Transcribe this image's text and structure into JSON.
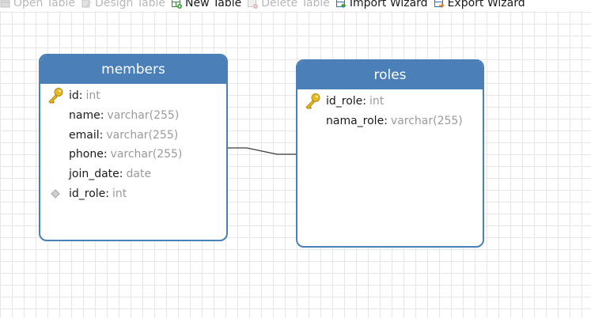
{
  "toolbar": {
    "items": [
      {
        "label": "Open Table",
        "enabled": false,
        "icon": "open-table-icon"
      },
      {
        "label": "Design Table",
        "enabled": false,
        "icon": "design-table-icon"
      },
      {
        "label": "New Table",
        "enabled": true,
        "icon": "new-table-icon"
      },
      {
        "label": "Delete Table",
        "enabled": false,
        "icon": "delete-table-icon"
      },
      {
        "label": "Import Wizard",
        "enabled": true,
        "icon": "import-wizard-icon"
      },
      {
        "label": "Export Wizard",
        "enabled": true,
        "icon": "export-wizard-icon"
      }
    ]
  },
  "members": {
    "title": "members",
    "fields": [
      {
        "name": "id",
        "sep": ":",
        "type": "int",
        "marker": "primary-key"
      },
      {
        "name": "name",
        "sep": ":",
        "type": "varchar(255)",
        "marker": "none"
      },
      {
        "name": "email",
        "sep": ":",
        "type": "varchar(255)",
        "marker": "none"
      },
      {
        "name": "phone",
        "sep": ":",
        "type": "varchar(255)",
        "marker": "none"
      },
      {
        "name": "join_date",
        "sep": ":",
        "type": "date",
        "marker": "none"
      },
      {
        "name": "id_role",
        "sep": ":",
        "type": "int",
        "marker": "foreign-key"
      }
    ]
  },
  "roles": {
    "title": "roles",
    "fields": [
      {
        "name": "id_role",
        "sep": ":",
        "type": "int",
        "marker": "primary-key"
      },
      {
        "name": "nama_role",
        "sep": ":",
        "type": "varchar(255)",
        "marker": "none"
      }
    ]
  },
  "colors": {
    "header": "#4b7fb8",
    "border": "#4b7fb8",
    "type_text": "#9a9a9a",
    "disabled_text": "#b8b8b8",
    "key": "#e8b923",
    "grid": "#e6e6e6"
  }
}
